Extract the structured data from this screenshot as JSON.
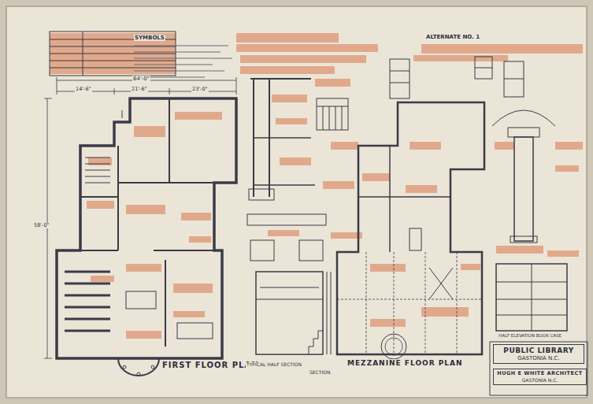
{
  "diagram": {
    "title": "FIRST FLOOR PLAN",
    "nodes": [
      {
        "text": [
          "PUBLIC LIBRARY",
          "GASTONIA N.C."
        ]
      },
      {
        "text": [
          "HUGH E WHITE ARCHITECT",
          "GASTONIA N.C."
        ]
      }
    ],
    "labels": [
      "SYMBOLS",
      "ALTERNATE NO. 1",
      "64'-0\"",
      "14'-6\"",
      "21'-6\"",
      "23'-0\"",
      "58'-0\"",
      "MEZZANINE FLOOR PLAN",
      "TYPICAL HALF SECTION",
      "SECTION",
      "HALF ELEVATION BOOK CASE"
    ]
  }
}
